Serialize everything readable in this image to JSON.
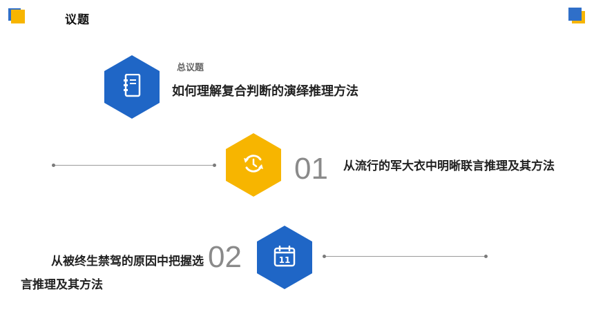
{
  "header": {
    "title": "议题"
  },
  "main_topic": {
    "label": "总议题",
    "text": "如何理解复合判断的演绎推理方法",
    "icon": "document-icon",
    "color": "#1f66c6"
  },
  "subtopics": [
    {
      "number": "01",
      "text": "从流行的军大衣中明晰联言推理及其方法",
      "icon": "refresh-icon",
      "color": "#f7b500"
    },
    {
      "number": "02",
      "text": "从被终生禁驾的原因中把握选言推理及其方法",
      "icon": "calendar-icon",
      "calendar_day": "11",
      "color": "#1f66c6"
    }
  ],
  "colors": {
    "accent_blue": "#1f66c6",
    "accent_yellow": "#f7b500",
    "deco_blue": "#2f6fc9"
  }
}
